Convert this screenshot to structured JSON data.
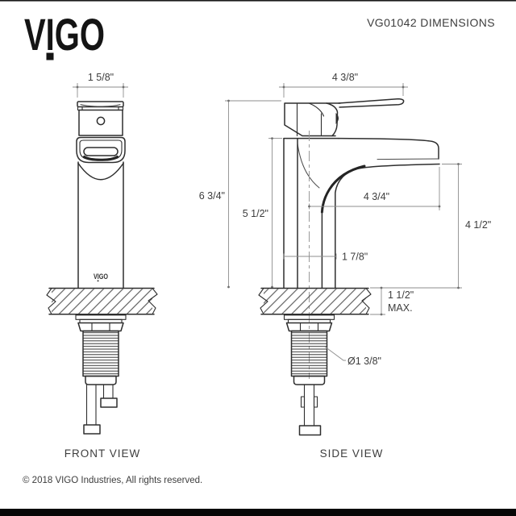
{
  "header": {
    "logo": "VIGO",
    "title": "VG01042 DIMENSIONS"
  },
  "front_view": {
    "label": "FRONT VIEW",
    "body_logo": "VIGO",
    "dims": {
      "spout_width": "1 5/8\""
    }
  },
  "side_view": {
    "label": "SIDE VIEW",
    "dims": {
      "overall_depth": "4 3/8\"",
      "overall_height": "6 3/4\"",
      "height_to_spout_top": "5 1/2\"",
      "spout_reach": "4 3/4\"",
      "outlet_height": "4 1/2\"",
      "body_depth": "1 7/8\"",
      "deck_max": "1 1/2\"",
      "deck_max_suffix": "MAX.",
      "shank_diameter": "Ø1 3/8\""
    }
  },
  "footer": {
    "copyright": "© 2018 VIGO Industries, All rights reserved."
  },
  "colors": {
    "drawing_line": "#2e2e2e",
    "dimension_line": "#8e8e8e",
    "text": "#3d3d3d",
    "bottom_bar": "#060606"
  }
}
